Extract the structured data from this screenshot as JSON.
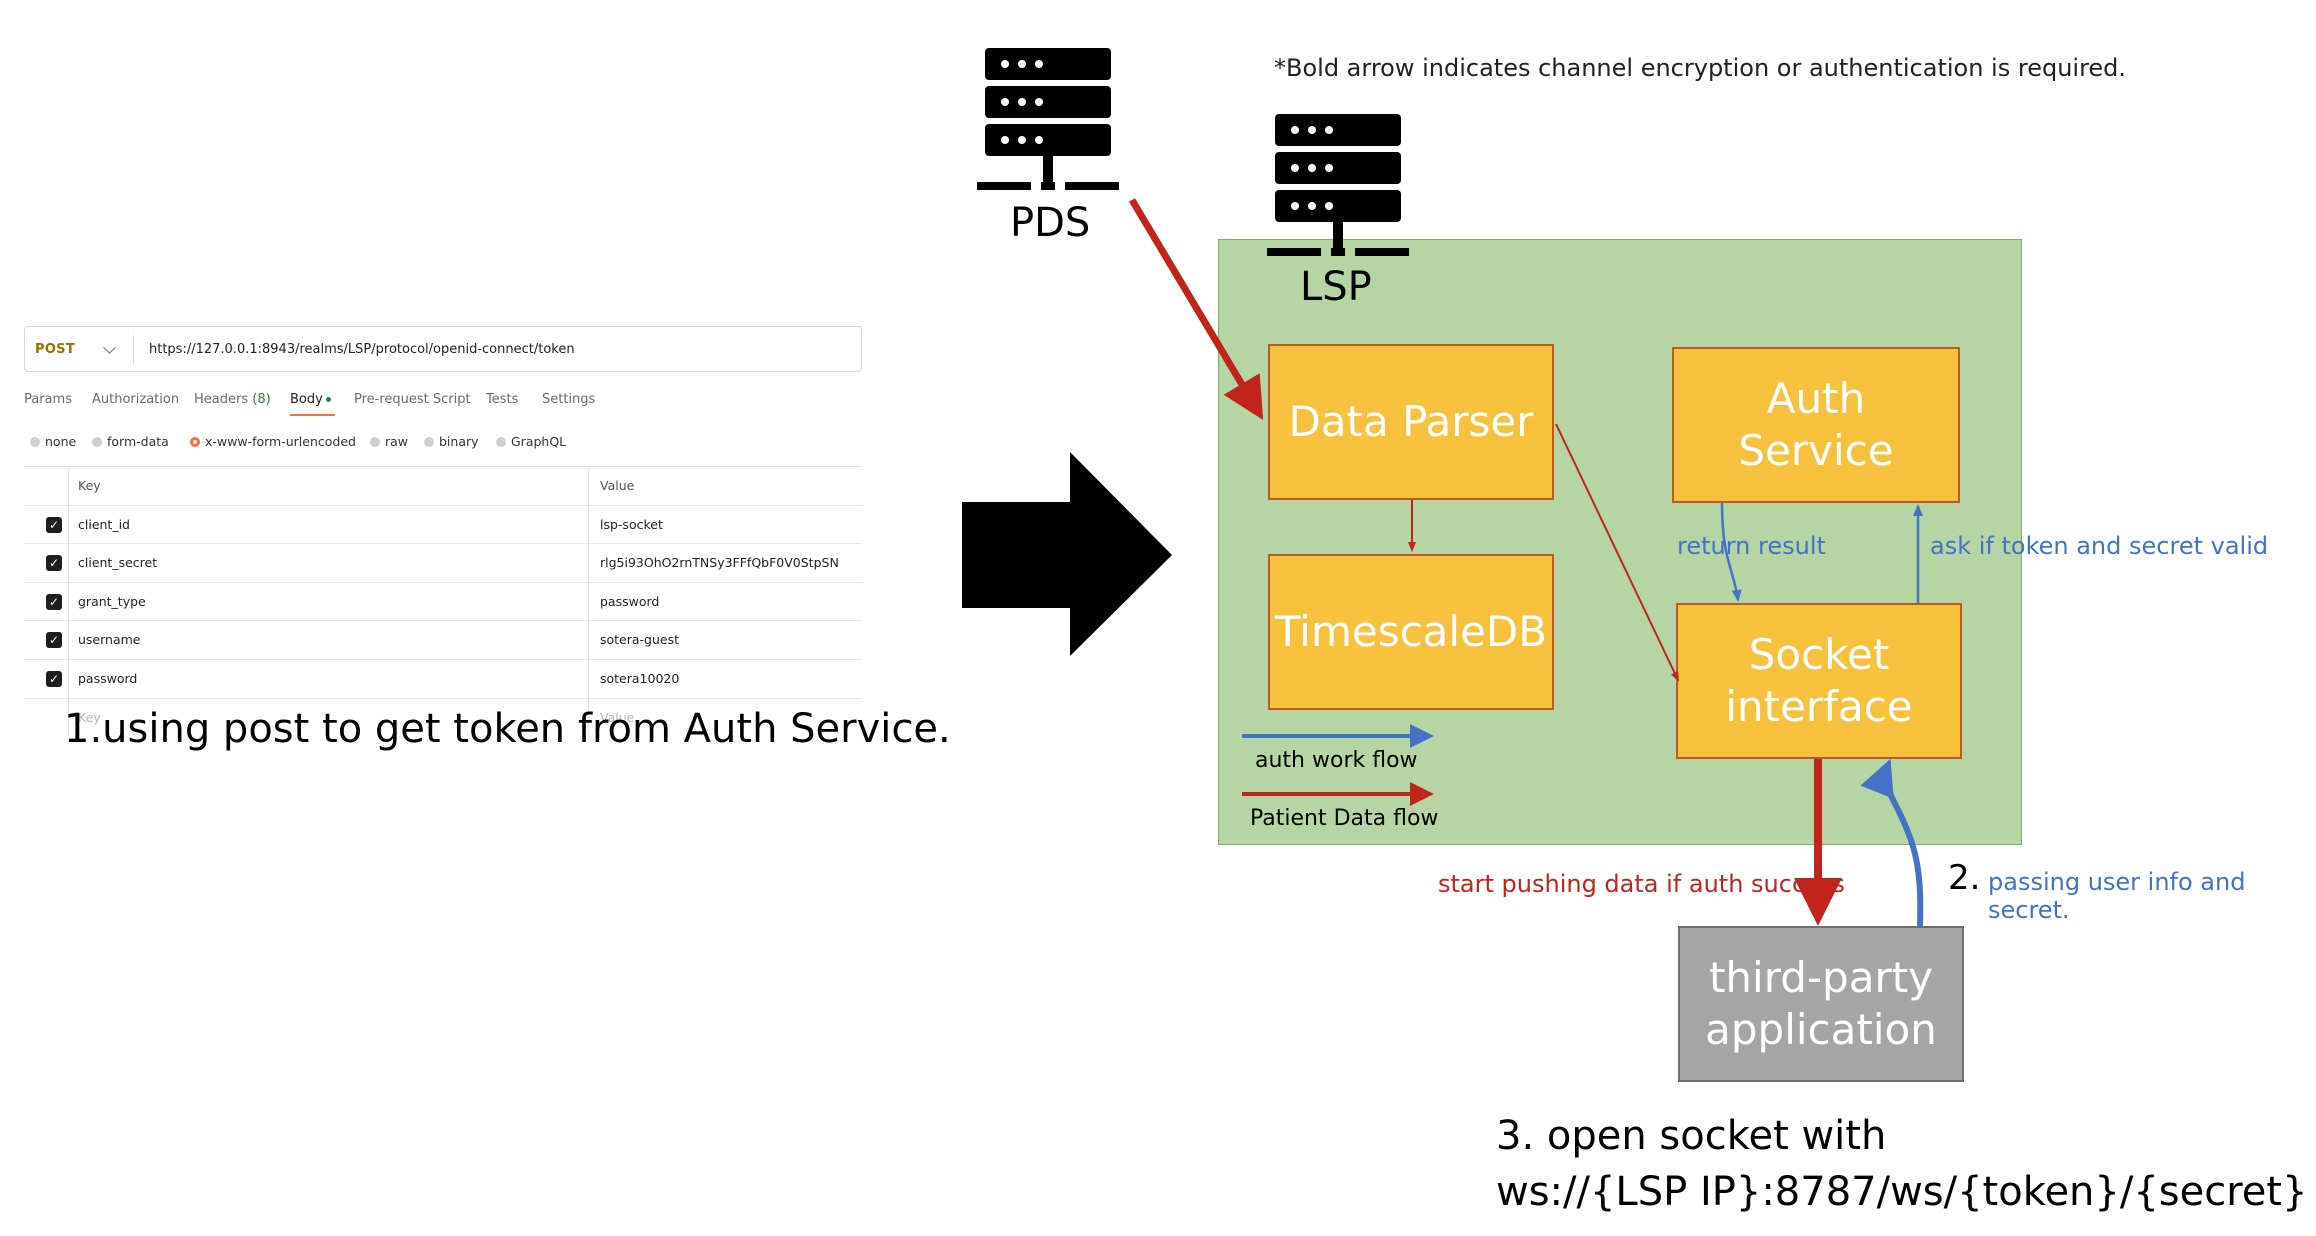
{
  "postman": {
    "method": "POST",
    "url": "https://127.0.0.1:8943/realms/LSP/protocol/openid-connect/token",
    "tabs": [
      {
        "label": "Params"
      },
      {
        "label": "Authorization"
      },
      {
        "label": "Headers",
        "count": "(8)"
      },
      {
        "label": "Body",
        "active": true
      },
      {
        "label": "Pre-request Script"
      },
      {
        "label": "Tests"
      },
      {
        "label": "Settings"
      }
    ],
    "body_types": [
      {
        "label": "none"
      },
      {
        "label": "form-data"
      },
      {
        "label": "x-www-form-urlencoded",
        "selected": true
      },
      {
        "label": "raw"
      },
      {
        "label": "binary"
      },
      {
        "label": "GraphQL"
      }
    ],
    "table": {
      "headers": {
        "key": "Key",
        "value": "Value"
      },
      "rows": [
        {
          "key": "client_id",
          "value": "lsp-socket",
          "checked": true
        },
        {
          "key": "client_secret",
          "value": "rlg5i93OhO2rnTNSy3FFfQbF0V0StpSN",
          "checked": true
        },
        {
          "key": "grant_type",
          "value": "password",
          "checked": true
        },
        {
          "key": "username",
          "value": "sotera-guest",
          "checked": true
        },
        {
          "key": "password",
          "value": "sotera10020",
          "checked": true
        }
      ],
      "placeholder": {
        "key": "Key",
        "value": "Value"
      }
    }
  },
  "step1": "1.using post to get token from Auth Service.",
  "diagram": {
    "note": "*Bold arrow indicates channel encryption or authentication is required.",
    "pds_label": "PDS",
    "lsp_label": "LSP",
    "boxes": {
      "data_parser": "Data Parser",
      "auth_service_l1": "Auth",
      "auth_service_l2": "Service",
      "timescaledb": "TimescaleDB",
      "socket_l1": "Socket",
      "socket_l2": "interface",
      "thirdparty_l1": "third-party",
      "thirdparty_l2": "application"
    },
    "labels": {
      "return_result": "return result",
      "ask_token": "ask if token and secret valid",
      "start_pushing": "start pushing data if auth success",
      "step2_num": "2.",
      "step2_text": "passing user info and secret."
    },
    "legend": {
      "auth_flow": "auth work flow",
      "patient_flow": "Patient Data flow"
    },
    "colors": {
      "box_fill": "#f6c23e",
      "box_border": "#c05a1a",
      "frame_fill": "#b5d6a4",
      "auth_blue": "#4472c4",
      "data_red": "#c0241b",
      "third_party_gray": "#a5a5a5"
    }
  },
  "step3": {
    "line1": "3. open socket with",
    "line2": "ws://{LSP IP}:8787/ws/{token}/{secret}"
  }
}
